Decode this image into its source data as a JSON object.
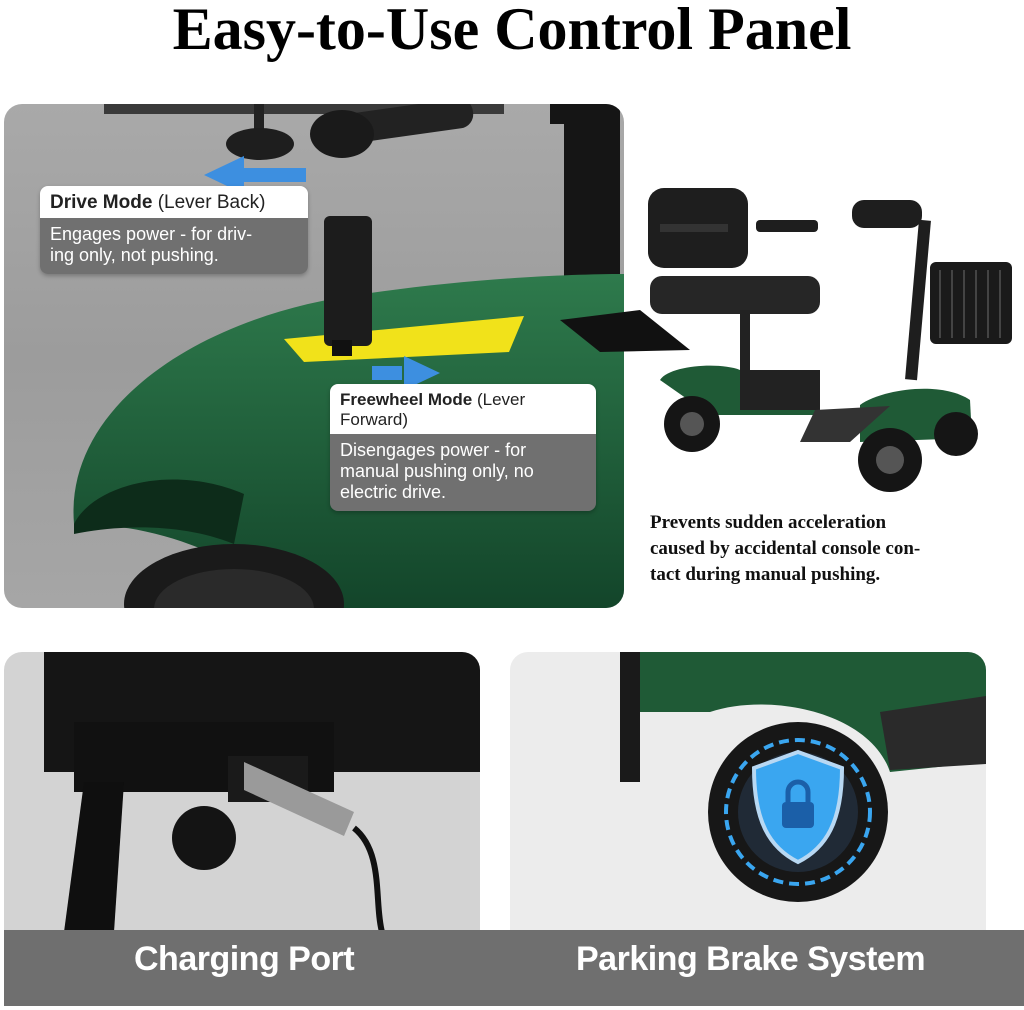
{
  "title": "Easy-to-Use Control Panel",
  "drive_mode": {
    "label_bold": "Drive Mode",
    "label_paren": " (Lever Back)",
    "description_line1": "Engages power - for driv-",
    "description_line2": "ing only, not pushing."
  },
  "freewheel_mode": {
    "label_bold": "Freewheel Mode",
    "label_paren": " (Lever Forward)",
    "description_line1": "Disengages power - for",
    "description_line2": "manual pushing only, no",
    "description_line3": "electric drive."
  },
  "note": {
    "line1": "Prevents sudden acceleration",
    "line2": "caused by accidental console con-",
    "line3": "tact during manual pushing."
  },
  "bottom": {
    "left_label": "Charging Port",
    "right_label": "Parking Brake System"
  },
  "colors": {
    "scooter_green": "#1f5a36",
    "arrow_blue": "#3d8fe0",
    "shield_blue": "#3aa6f0"
  }
}
